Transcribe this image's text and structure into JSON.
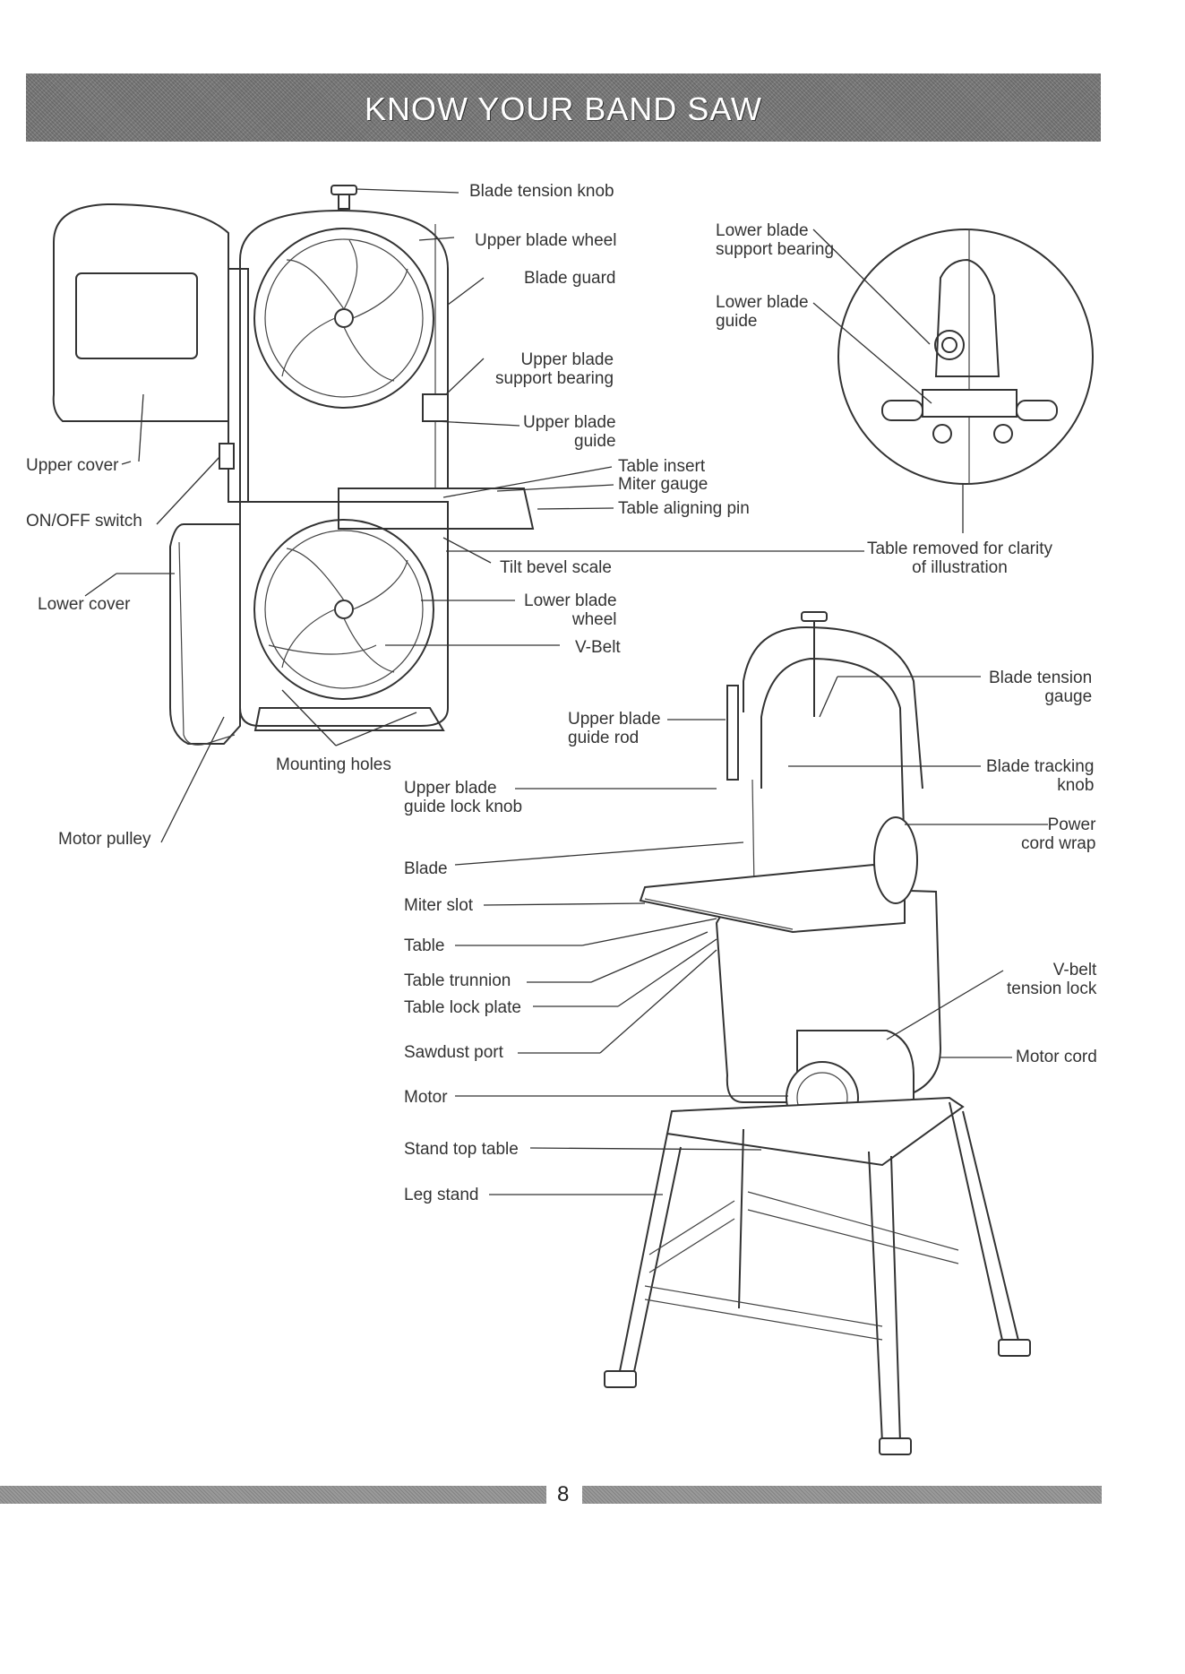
{
  "header": {
    "title": "KNOW YOUR BAND SAW"
  },
  "footer": {
    "page_number": "8"
  },
  "labels": {
    "blade_tension_knob": "Blade tension knob",
    "upper_blade_wheel": "Upper blade wheel",
    "blade_guard": "Blade guard",
    "upper_blade_support_bearing": "Upper blade\nsupport bearing",
    "upper_blade_guide": "Upper blade\nguide",
    "upper_cover": "Upper cover",
    "on_off_switch": "ON/OFF switch",
    "lower_cover": "Lower cover",
    "table_insert": "Table insert",
    "miter_gauge": "Miter gauge",
    "table_aligning_pin": "Table aligning pin",
    "tilt_bevel_scale": "Tilt bevel scale",
    "lower_blade_wheel": "Lower blade\nwheel",
    "v_belt": "V-Belt",
    "mounting_holes": "Mounting holes",
    "motor_pulley": "Motor pulley",
    "lower_blade_support_bearing": "Lower blade\nsupport bearing",
    "lower_blade_guide": "Lower blade\nguide",
    "table_removed": "Table removed for clarity\nof illustration",
    "blade_tension_gauge": "Blade tension\ngauge",
    "upper_blade_guide_rod": "Upper blade\nguide rod",
    "upper_blade_guide_lock_knob": "Upper blade\nguide lock knob",
    "blade_tracking_knob": "Blade tracking\nknob",
    "power_cord_wrap": "Power\ncord wrap",
    "blade": "Blade",
    "miter_slot": "Miter slot",
    "table": "Table",
    "table_trunnion": "Table trunnion",
    "table_lock_plate": "Table lock plate",
    "v_belt_tension_lock": "V-belt\ntension lock",
    "sawdust_port": "Sawdust port",
    "motor_cord": "Motor cord",
    "motor": "Motor",
    "stand_top_table": "Stand top table",
    "leg_stand": "Leg stand"
  }
}
